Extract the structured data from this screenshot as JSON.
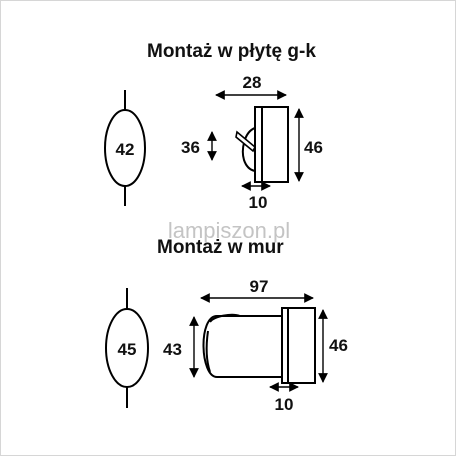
{
  "section_top": {
    "title": "Montaż w płytę g-k",
    "oval_label": "42",
    "dim_width": "28",
    "dim_height_left": "36",
    "dim_height_right": "46",
    "dim_bottom": "10"
  },
  "watermark": "lampiszon.pl",
  "section_bottom": {
    "title": "Montaż w mur",
    "oval_label": "45",
    "dim_width": "97",
    "dim_height_left": "43",
    "dim_height_right": "46",
    "dim_bottom": "10"
  }
}
